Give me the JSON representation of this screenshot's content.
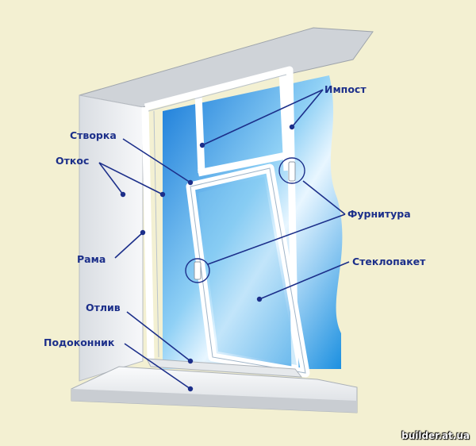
{
  "labels": {
    "impost": "Импост",
    "stvorka": "Створка",
    "otkos": "Откос",
    "furnitura": "Фурнитура",
    "rama": "Рама",
    "steklopaket": "Стеклопакет",
    "otliv": "Отлив",
    "podokonnik": "Подоконник"
  },
  "watermark": "builder.at.ua",
  "colors": {
    "background": "#f3f0d2",
    "glass": "#1a8fe0",
    "label": "#1c2f8a",
    "frame": "#ffffff"
  }
}
